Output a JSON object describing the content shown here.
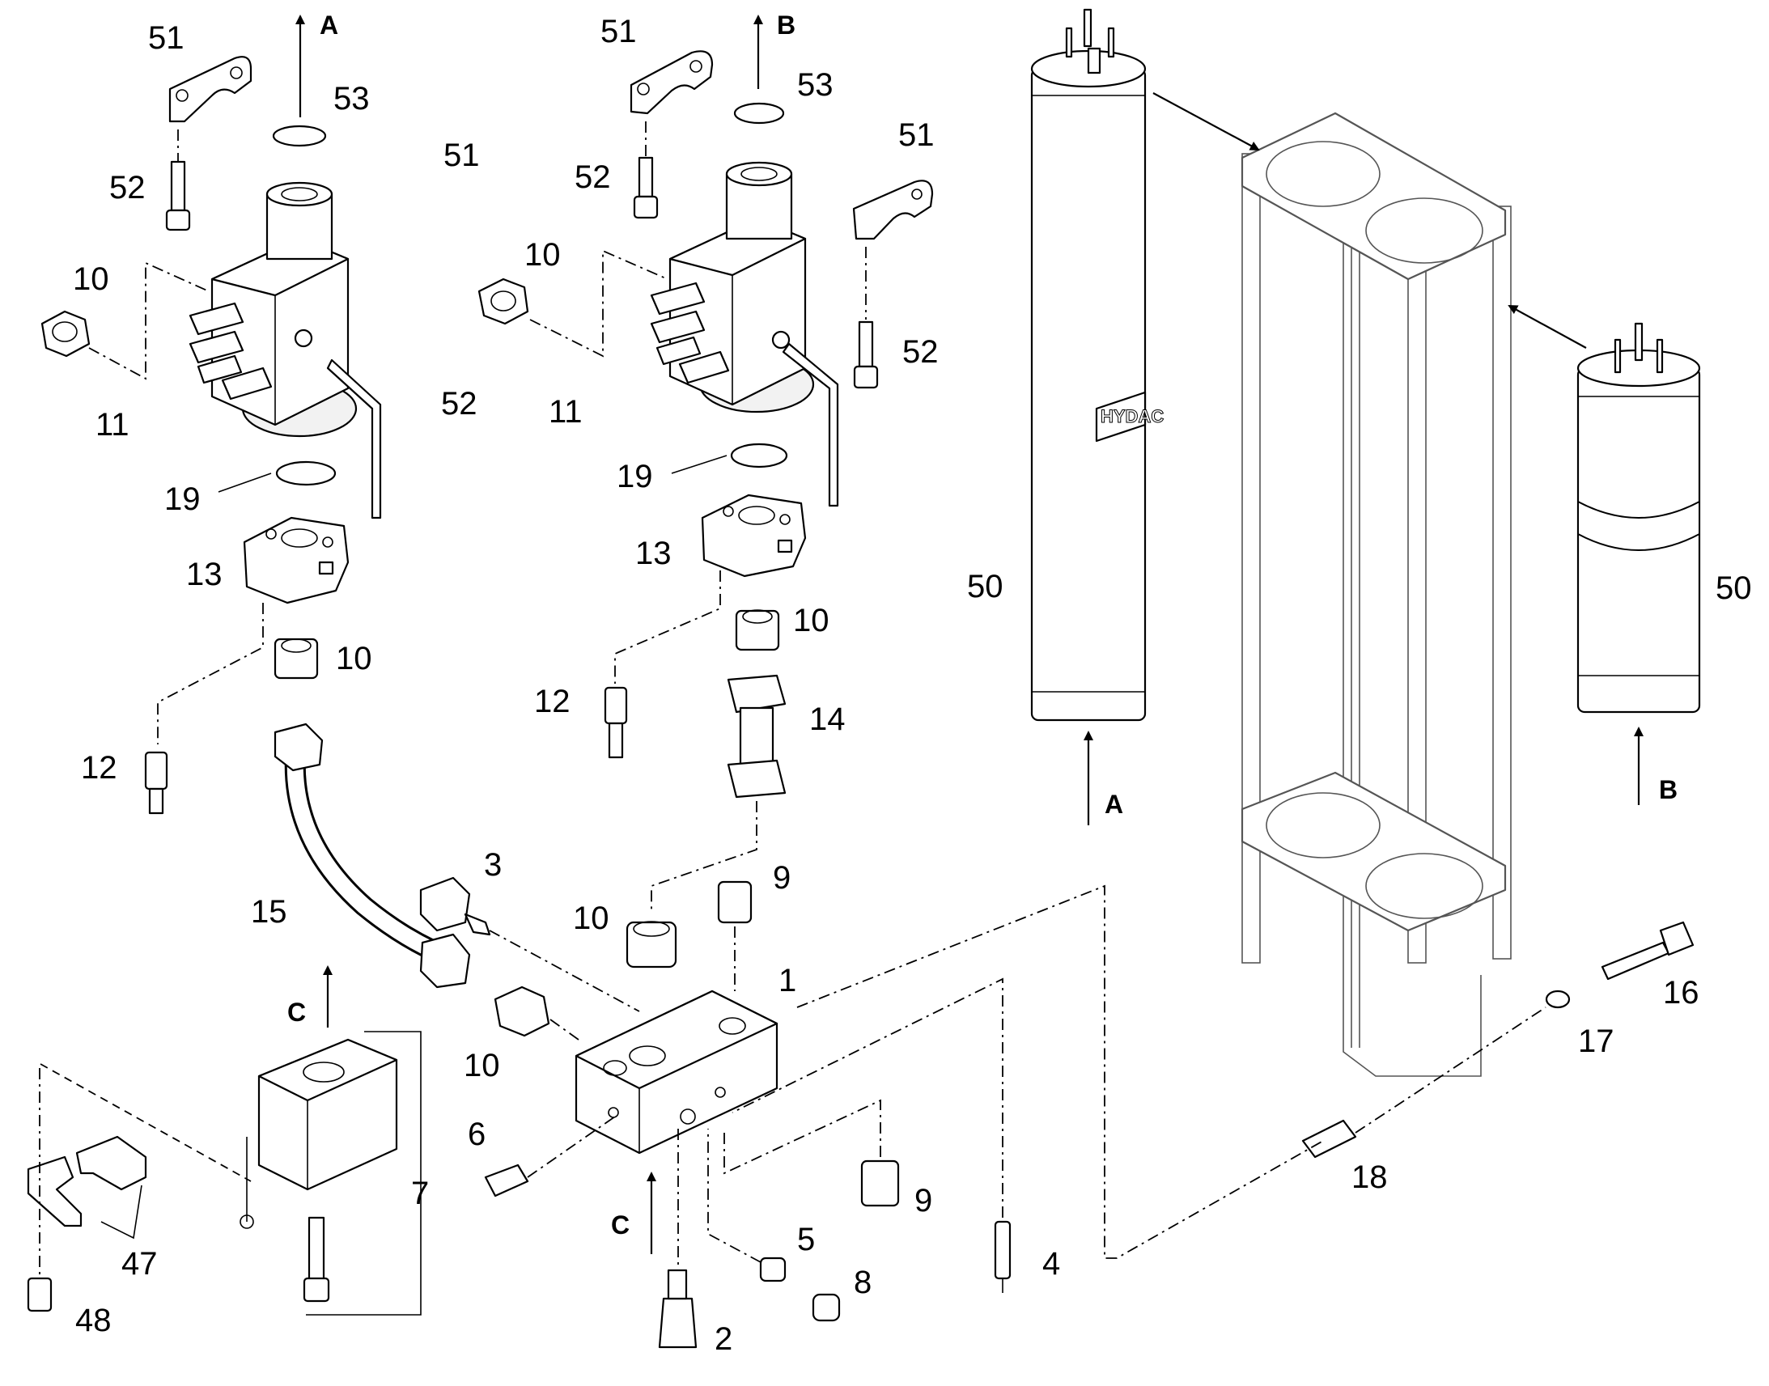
{
  "callouts": {
    "n1": "1",
    "n2": "2",
    "n3": "3",
    "n4": "4",
    "n5": "5",
    "n6": "6",
    "n7": "7",
    "n8": "8",
    "n9": "9",
    "n10": "10",
    "n11": "11",
    "n12": "12",
    "n13": "13",
    "n14": "14",
    "n15": "15",
    "n16": "16",
    "n17": "17",
    "n18": "18",
    "n19": "19",
    "n47": "47",
    "n48": "48",
    "n50": "50",
    "n51": "51",
    "n52": "52",
    "n53": "53"
  },
  "flow_markers": {
    "a": "A",
    "b": "B",
    "c": "C"
  },
  "brand_mark": "HYDAC"
}
